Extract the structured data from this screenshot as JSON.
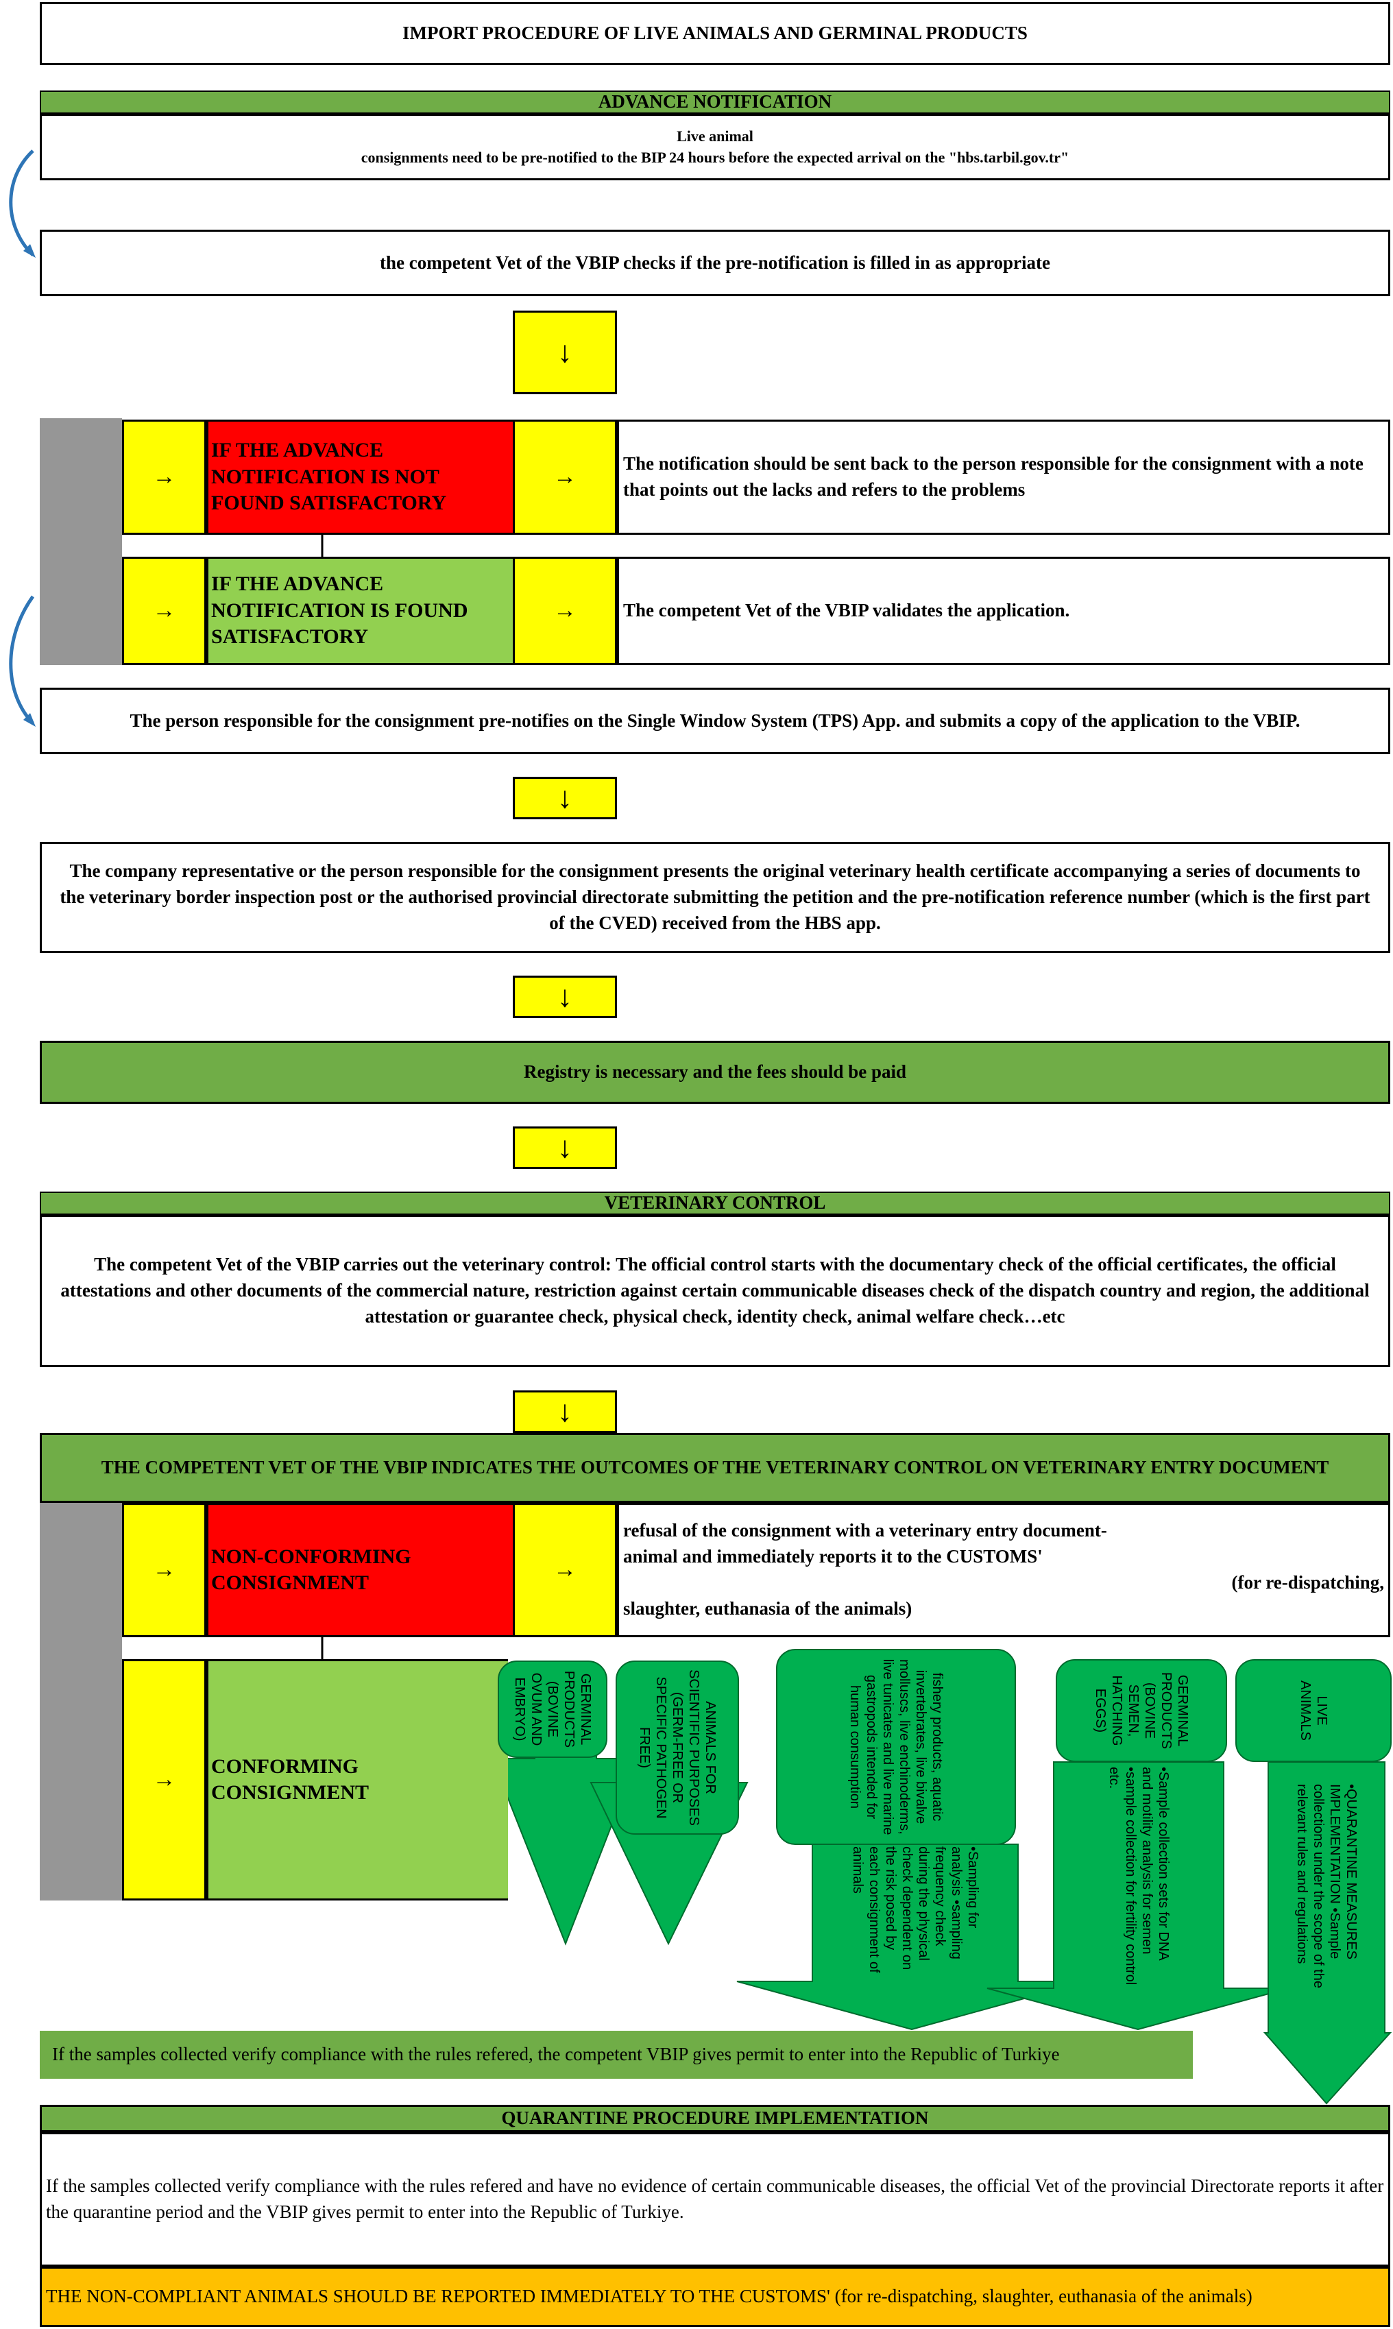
{
  "title": "IMPORT PROCEDURE OF LIVE ANIMALS AND GERMINAL PRODUCTS",
  "advance_notification": {
    "header": "ADVANCE NOTIFICATION",
    "line1": "Live animal",
    "line2": "consignments need to be pre-notified to the BIP 24 hours before the expected arrival on the \"hbs.tarbil.gov.tr\""
  },
  "vet_checks": "the competent Vet of the VBIP checks if the pre-notification is filled in as appropriate",
  "arrow_down": "↓",
  "arrow_right": "→",
  "not_satisfactory": {
    "label": "IF THE ADVANCE NOTIFICATION IS NOT FOUND SATISFACTORY",
    "result": "The notification should be sent back to the person responsible for the consignment with a note that points out the lacks and refers to the problems"
  },
  "satisfactory": {
    "label": "IF THE ADVANCE NOTIFICATION IS FOUND SATISFACTORY",
    "result": "The competent Vet of the VBIP validates the application."
  },
  "tps_step": "The person responsible for the consignment pre-notifies on the Single Window System (TPS) App. and submits a copy of the application to the VBIP.",
  "company_step": "The company representative or the person responsible for the consignment presents the original veterinary health certificate accompanying a series of documents to the veterinary border inspection post or the authorised provincial directorate submitting the petition and the pre-notification reference number (which is the first part of the CVED) received from the HBS app.",
  "registry": "Registry is necessary and the fees should be paid",
  "veterinary_control": {
    "header": "VETERINARY CONTROL",
    "text": "The competent Vet of the VBIP carries out the veterinary control: The official control starts with the documentary check of the official certificates, the official attestations and other documents of the commercial nature, restriction against certain communicable diseases check of the dispatch country and region, the additional attestation or guarantee check, physical check, identity check, animal welfare check…etc"
  },
  "outcomes_header": "THE COMPETENT VET OF THE VBIP INDICATES THE OUTCOMES OF THE VETERINARY CONTROL ON VETERINARY ENTRY DOCUMENT",
  "non_conforming": {
    "label": "NON-CONFORMING CONSIGNMENT",
    "result_line1": "refusal of the consignment with a veterinary entry document-animal and immediately reports it to the CUSTOMS'",
    "result_line2": "(for re-dispatching,",
    "result_line3": "slaughter, euthanasia of the animals)"
  },
  "conforming": {
    "label": "CONFORMING CONSIGNMENT"
  },
  "categories": [
    {
      "top": "GERMINAL PRODUCTS (BOVINE OVUM AND EMBRYO)",
      "bottom": ""
    },
    {
      "top": "ANIMALS FOR SCIENTIFIC PURPOSES (GERM-FREE OR SPECIFIC PATHOGEN FREE)",
      "bottom": ""
    },
    {
      "top": "fishery products, aquatic invertebrates, live bivalve molluscs, live enchinoderms, live tunicates and live marine gastropods intended for human consumption",
      "bottom": "•Sampling for analysis •sampling frequency check during the physical check dependent on the risk posed by each consignment of animals"
    },
    {
      "top": "GERMINAL PRODUCTS (BOVINE SEMEN, HATCHING EGGS)",
      "bottom": "•Sample collection sets for DNA and motility analysis for semen •sample collection for fertility control etc."
    },
    {
      "top": "LIVE ANIMALS",
      "bottom": "•QUARANTINE MEASURES IMPLEMENTATION •Sample collections under the scope of the relevant rules and regulations"
    }
  ],
  "permit_direct": "the competent VBIP gives permit to enter into the Republic of Turkiye",
  "permit_samples": "If the samples collected verify compliance with the rules refered, the competent VBIP gives permit to enter into the Republic of Turkiye",
  "quarantine": {
    "header": "QUARANTINE PROCEDURE IMPLEMENTATION",
    "text": "If the samples collected verify compliance with the rules refered and have no evidence of certain communicable diseases, the official Vet of the provincial Directorate reports it after the quarantine period and the VBIP gives permit to enter into the Republic of Turkiye.",
    "non_compliant": "THE NON-COMPLIANT ANIMALS SHOULD BE REPORTED IMMEDIATELY TO THE CUSTOMS' (for re-dispatching, slaughter, euthanasia of the animals)"
  },
  "colors": {
    "green": "#70ad47",
    "lime": "#92d050",
    "red": "#ff0000",
    "yellow": "#ffff00",
    "orange": "#ffc000",
    "arrow_green": "#00b050"
  }
}
